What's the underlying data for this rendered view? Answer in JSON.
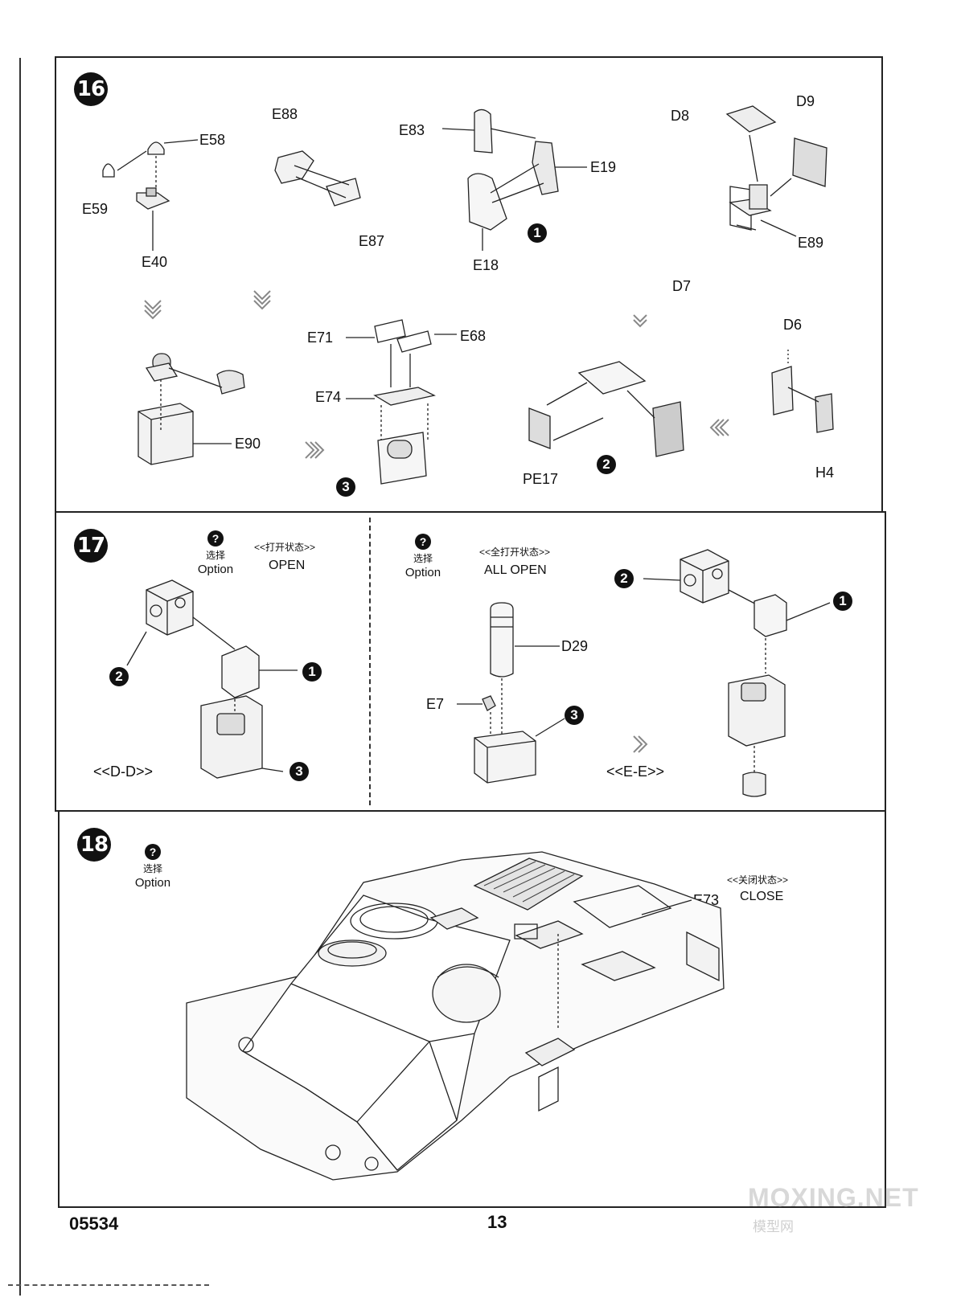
{
  "page": {
    "code": "05534",
    "number": "13",
    "watermark_main": "MOXING.NET",
    "watermark_sub": "模型网"
  },
  "step16": {
    "number": "16",
    "parts": {
      "E58": "E58",
      "E59": "E59",
      "E40": "E40",
      "E88": "E88",
      "E87": "E87",
      "E83": "E83",
      "E19": "E19",
      "E18": "E18",
      "D8": "D8",
      "D9": "D9",
      "E89": "E89",
      "D7": "D7",
      "E71": "E71",
      "E68": "E68",
      "E74": "E74",
      "E90": "E90",
      "D6": "D6",
      "H4": "H4",
      "PE17": "PE17"
    },
    "callouts": {
      "c1": "1",
      "c2": "2",
      "c3": "3"
    }
  },
  "step17": {
    "number": "17",
    "left": {
      "option_cn": "选择",
      "option_en": "Option",
      "state_cn": "<<打开状态>>",
      "state_en": "OPEN",
      "section": "<<D-D>>",
      "c1": "1",
      "c2": "2",
      "c3": "3"
    },
    "right": {
      "option_cn": "选择",
      "option_en": "Option",
      "state_cn": "<<全打开状态>>",
      "state_en": "ALL OPEN",
      "section": "<<E-E>>",
      "D29": "D29",
      "E7": "E7",
      "c1": "1",
      "c2": "2",
      "c3": "3"
    }
  },
  "step18": {
    "number": "18",
    "option_cn": "选择",
    "option_en": "Option",
    "state_cn": "<<关闭状态>>",
    "state_en": "CLOSE",
    "E73": "E73"
  }
}
